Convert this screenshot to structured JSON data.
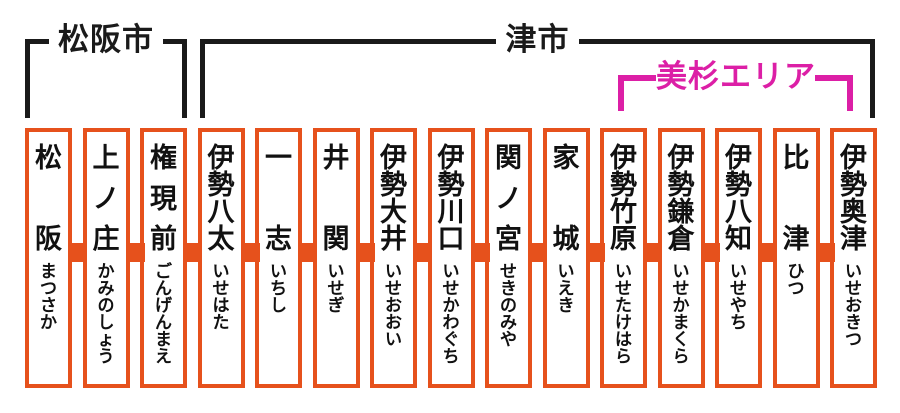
{
  "colors": {
    "line_orange": "#E6511C",
    "bracket_black": "#1A1A1A",
    "misugi_magenta": "#DC1FA6"
  },
  "regions": {
    "matsusaka": {
      "label": "松阪市",
      "covers_station_indices": [
        0,
        2
      ]
    },
    "tsu": {
      "label": "津市",
      "covers_station_indices": [
        3,
        14
      ]
    },
    "misugi": {
      "label": "美杉エリア",
      "covers_station_indices": [
        10,
        14
      ]
    }
  },
  "line": {
    "stations": [
      {
        "kanji": "松阪",
        "kana": "まつさか"
      },
      {
        "kanji": "上ノ庄",
        "kana": "かみのしょう"
      },
      {
        "kanji": "権現前",
        "kana": "ごんげんまえ"
      },
      {
        "kanji": "伊勢八太",
        "kana": "いせはた"
      },
      {
        "kanji": "一志",
        "kana": "いちし"
      },
      {
        "kanji": "井関",
        "kana": "いせぎ"
      },
      {
        "kanji": "伊勢大井",
        "kana": "いせおおい"
      },
      {
        "kanji": "伊勢川口",
        "kana": "いせかわぐち"
      },
      {
        "kanji": "関ノ宮",
        "kana": "せきのみや"
      },
      {
        "kanji": "家城",
        "kana": "いえき"
      },
      {
        "kanji": "伊勢竹原",
        "kana": "いせたけはら"
      },
      {
        "kanji": "伊勢鎌倉",
        "kana": "いせかまくら"
      },
      {
        "kanji": "伊勢八知",
        "kana": "いせやち"
      },
      {
        "kanji": "比津",
        "kana": "ひつ"
      },
      {
        "kanji": "伊勢奥津",
        "kana": "いせおきつ"
      }
    ]
  }
}
